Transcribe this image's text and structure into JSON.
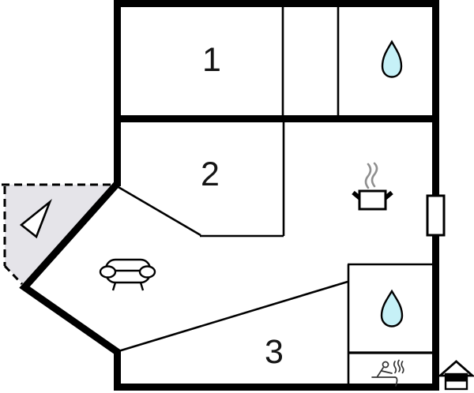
{
  "plan": {
    "room_labels": {
      "room1": "1",
      "room2": "2",
      "room3": "3"
    },
    "colors": {
      "wall": "#000000",
      "water_drop_fill": "#c6f1f7",
      "terrace_fill": "#e5e4e9",
      "steam": "#8f8f8f",
      "background": "#ffffff"
    },
    "icons": {
      "bathroom_top_icon": "water-drop",
      "bathroom_bottom_icon": "water-drop",
      "kitchen_icon": "cooking-pot-with-steam",
      "living_room_icon": "sofa",
      "terrace_icon": "triangle-pointer",
      "sauna_icon": "sauna-person-with-steam",
      "right_wall_feature": "door-window",
      "exterior_brand_icon": "house-logo"
    }
  }
}
